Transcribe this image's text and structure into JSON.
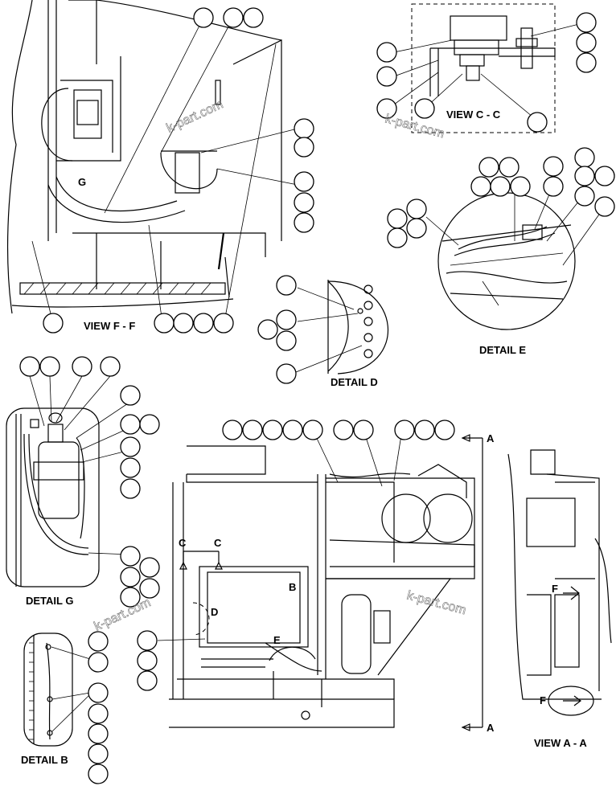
{
  "labels": {
    "view_ff": "VIEW F - F",
    "view_cc": "VIEW C - C",
    "view_aa": "VIEW A - A",
    "detail_d": "DETAIL D",
    "detail_e": "DETAIL E",
    "detail_g": "DETAIL G",
    "detail_b": "DETAIL B"
  },
  "callouts": {
    "g": "G",
    "a": "A",
    "b": "B",
    "c": "C",
    "d": "D",
    "e": "E",
    "f": "F"
  },
  "watermark": "k-part.com"
}
